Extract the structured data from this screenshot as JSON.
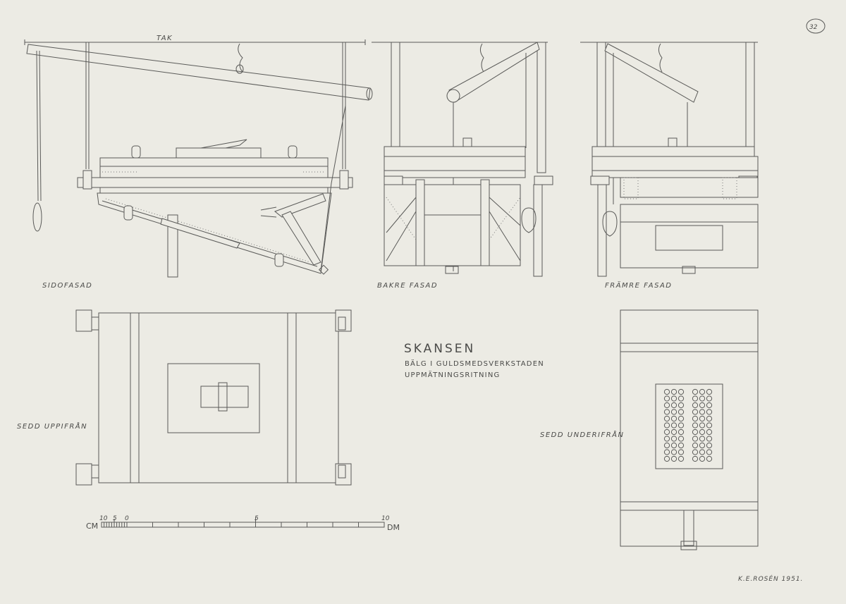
{
  "sheet": {
    "page_number": "32",
    "title": "SKANSEN",
    "subtitle": "BÄLG I GULDSMEDSVERKSTADEN",
    "subtitle2": "UPPMÄTNINGSRITNING",
    "signature": "K.E.ROSÉN 1951."
  },
  "views": {
    "ceiling": "TAK",
    "side": "SIDOFASAD",
    "back": "BAKRE FASAD",
    "front": "FRÄMRE FASAD",
    "top": "SEDD UPPIFRÅN",
    "bottom": "SEDD UNDERIFRÅN"
  },
  "scale_bar": {
    "left_unit": "CM",
    "right_unit": "DM",
    "ticks": [
      "10",
      "5",
      "0",
      "5",
      "10"
    ]
  },
  "perforation": {
    "groups": 2,
    "columns_per_group": 3,
    "rows": 11
  }
}
